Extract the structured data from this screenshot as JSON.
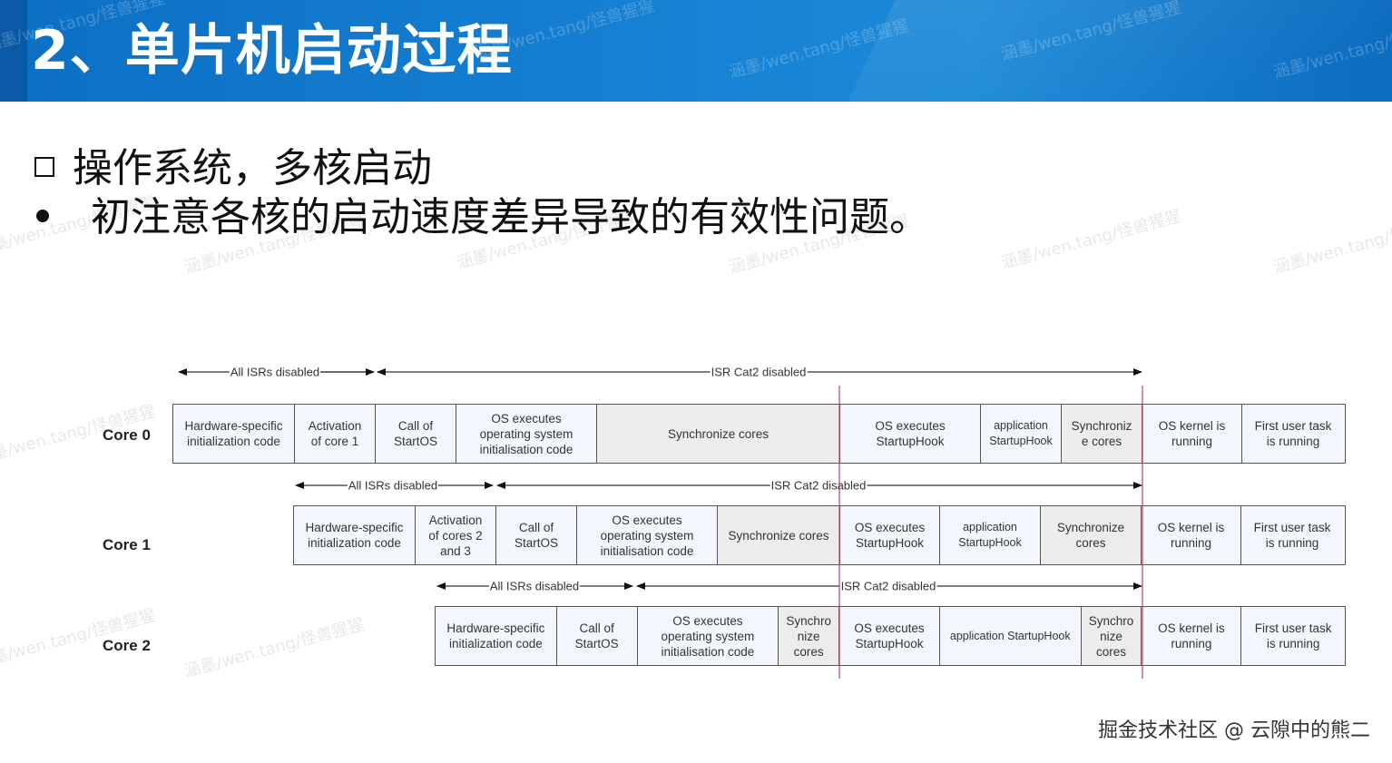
{
  "title": "2、单片机启动过程",
  "bullets": [
    {
      "icon": "checkbox-square-icon",
      "text": "操作系统，多核启动"
    },
    {
      "icon": "bullet-dot-icon",
      "text": "初注意各核的启动速度差异导致的有效性问题。"
    }
  ],
  "diagram": {
    "cores": [
      {
        "label": "Core  0",
        "spans": {
          "isr_all": "All ISRs disabled",
          "isr_cat2": "ISR Cat2 disabled"
        },
        "cells": [
          "Hardware-specific\ninitialization code",
          "Activation\nof  core 1",
          "Call of\nStartOS",
          "OS executes\noperating system\ninitialisation code",
          "Synchronize cores",
          "OS executes\nStartupHook",
          "application\nStartupHook",
          "Synchroniz\ne cores",
          "OS kernel is\nrunning",
          "First user task\nis running"
        ]
      },
      {
        "label": "Core  1",
        "spans": {
          "isr_all": "All ISRs disabled",
          "isr_cat2": "ISR Cat2 disabled"
        },
        "cells": [
          "Hardware-specific\ninitialization code",
          "Activation\nof cores 2\nand 3",
          "Call of\nStartOS",
          "OS executes\noperating system\ninitialisation code",
          "Synchronize cores",
          "OS executes\nStartupHook",
          "application\nStartupHook",
          "Synchronize\ncores",
          "OS kernel is\nrunning",
          "First user task\nis running"
        ]
      },
      {
        "label": "Core  2",
        "spans": {
          "isr_all": "All ISRs disabled",
          "isr_cat2": "ISR Cat2 disabled"
        },
        "cells": [
          "Hardware-specific\ninitialization code",
          "Call of\nStartOS",
          "OS executes\noperating system\ninitialisation code",
          "Synchro\nnize\ncores",
          "OS executes\nStartupHook",
          "application StartupHook",
          "Synchro\nnize\ncores",
          "OS kernel is\nrunning",
          "First user task\nis running"
        ]
      }
    ]
  },
  "watermark_text": "涵墨/wen.tang/怪兽猩猩",
  "footer": "掘金技术社区 @ 云隙中的熊二",
  "colors": {
    "header_blue": "#1680d2",
    "sync_line": "#c0405a",
    "shade": "#ececec"
  }
}
